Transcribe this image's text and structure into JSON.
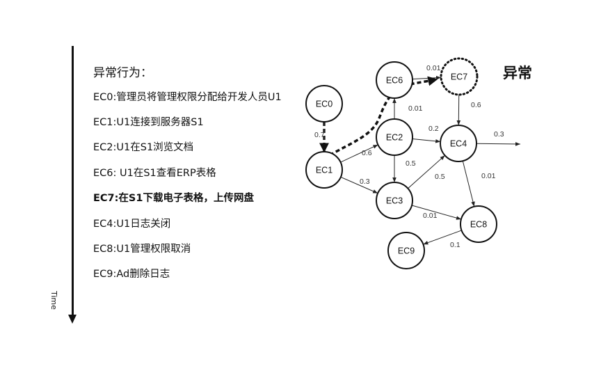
{
  "timeline": {
    "axis_label": "Time"
  },
  "events": {
    "heading": "异常行为：",
    "items": [
      {
        "text": "EC0:管理员将管理权限分配给开发人员U1",
        "bold": false
      },
      {
        "text": "EC1:U1连接到服务器S1",
        "bold": false
      },
      {
        "text": "EC2:U1在S1浏览文档",
        "bold": false
      },
      {
        "text": "EC6: U1在S1查看ERP表格",
        "bold": false
      },
      {
        "text": "EC7:在S1下载电子表格，上传网盘",
        "bold": true
      },
      {
        "text": "EC4:U1日志关闭",
        "bold": false
      },
      {
        "text": "EC8:U1管理权限取消",
        "bold": false
      },
      {
        "text": "EC9:Ad删除日志",
        "bold": false
      }
    ]
  },
  "graph": {
    "title": "异常",
    "nodes": [
      {
        "id": "EC0",
        "label": "EC0",
        "style": "solid"
      },
      {
        "id": "EC1",
        "label": "EC1",
        "style": "solid"
      },
      {
        "id": "EC2",
        "label": "EC2",
        "style": "solid"
      },
      {
        "id": "EC3",
        "label": "EC3",
        "style": "solid"
      },
      {
        "id": "EC4",
        "label": "EC4",
        "style": "solid"
      },
      {
        "id": "EC6",
        "label": "EC6",
        "style": "solid"
      },
      {
        "id": "EC7",
        "label": "EC7",
        "style": "dotted"
      },
      {
        "id": "EC8",
        "label": "EC8",
        "style": "solid"
      },
      {
        "id": "EC9",
        "label": "EC9",
        "style": "solid"
      }
    ],
    "edges": [
      {
        "from": "EC0",
        "to": "EC1",
        "weight": "0.7",
        "style": "dashed"
      },
      {
        "from": "EC1",
        "to": "EC2",
        "weight": "0.6",
        "style": "solid"
      },
      {
        "from": "EC1",
        "to": "EC3",
        "weight": "0.3",
        "style": "solid"
      },
      {
        "from": "EC2",
        "to": "EC6",
        "weight": "0.01",
        "style": "solid"
      },
      {
        "from": "EC2",
        "to": "EC4",
        "weight": "0.2",
        "style": "solid"
      },
      {
        "from": "EC2",
        "to": "EC3",
        "weight": "0.5",
        "style": "solid"
      },
      {
        "from": "EC3",
        "to": "EC4",
        "weight": "0.5",
        "style": "solid"
      },
      {
        "from": "EC3",
        "to": "EC8",
        "weight": "0.01",
        "style": "solid"
      },
      {
        "from": "EC6",
        "to": "EC7",
        "weight": "0.01",
        "style": "solid"
      },
      {
        "from": "EC7",
        "to": "EC4",
        "weight": "0.6",
        "style": "solid"
      },
      {
        "from": "EC4",
        "to": "EC8",
        "weight": "0.01",
        "style": "solid"
      },
      {
        "from": "EC4",
        "to": "out",
        "weight": "0.3",
        "style": "solid"
      },
      {
        "from": "EC8",
        "to": "EC9",
        "weight": "0.1",
        "style": "solid"
      }
    ],
    "anomaly_path": [
      "EC0",
      "EC1",
      "EC2",
      "EC6",
      "EC7"
    ]
  }
}
